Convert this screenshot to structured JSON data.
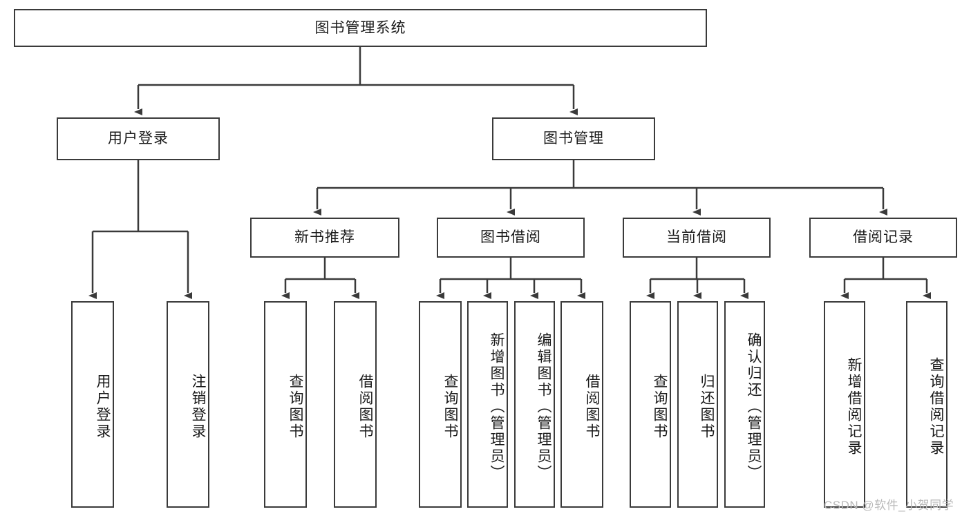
{
  "diagram": {
    "title": "图书管理系统",
    "type": "hierarchy-tree",
    "stroke_color": "#3a3a3a",
    "fill_color": "#ffffff",
    "text_color": "#1a1a1a",
    "levels": {
      "root": {
        "label": "图书管理系统"
      },
      "level2": [
        {
          "label": "用户登录"
        },
        {
          "label": "图书管理"
        }
      ],
      "level3": [
        {
          "label": "新书推荐"
        },
        {
          "label": "图书借阅"
        },
        {
          "label": "当前借阅"
        },
        {
          "label": "借阅记录"
        }
      ],
      "leaves": {
        "user_login": [
          {
            "label": "用户登录"
          },
          {
            "label": "注销登录"
          }
        ],
        "new_book_recommend": [
          {
            "label": "查询图书"
          },
          {
            "label": "借阅图书"
          }
        ],
        "book_borrow": [
          {
            "label": "查询图书"
          },
          {
            "label": "新增图书（管理员）"
          },
          {
            "label": "编辑图书（管理员）"
          },
          {
            "label": "借阅图书"
          }
        ],
        "current_borrow": [
          {
            "label": "查询图书"
          },
          {
            "label": "归还图书"
          },
          {
            "label": "确认归还（管理员）"
          }
        ],
        "borrow_record": [
          {
            "label": "新增借阅记录"
          },
          {
            "label": "查询借阅记录"
          }
        ]
      }
    }
  },
  "watermark": {
    "text": "CSDN @软件_小贺同学",
    "color": "#b9b9b9"
  }
}
